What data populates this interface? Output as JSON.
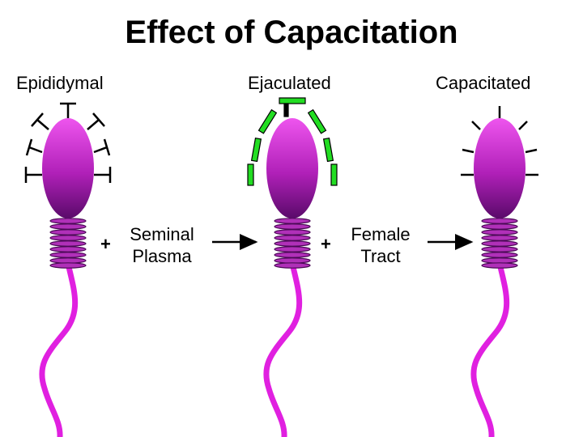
{
  "title": "Effect of Capacitation",
  "stages": [
    {
      "label": "Epididymal"
    },
    {
      "label": "Ejaculated"
    },
    {
      "label": "Capacitated"
    }
  ],
  "steps": [
    {
      "plus": "+",
      "line1": "Seminal",
      "line2": "Plasma"
    },
    {
      "plus": "+",
      "line1": "Female",
      "line2": "Tract"
    }
  ],
  "colors": {
    "head_light": "#f050f0",
    "head_dark": "#5a0a6a",
    "midpiece": "#9a2aa0",
    "tail": "#e020e0",
    "epididymal_receptor": "#000000",
    "seminal_coat": "#22dd22",
    "capacitated_receptor": "#000000"
  }
}
